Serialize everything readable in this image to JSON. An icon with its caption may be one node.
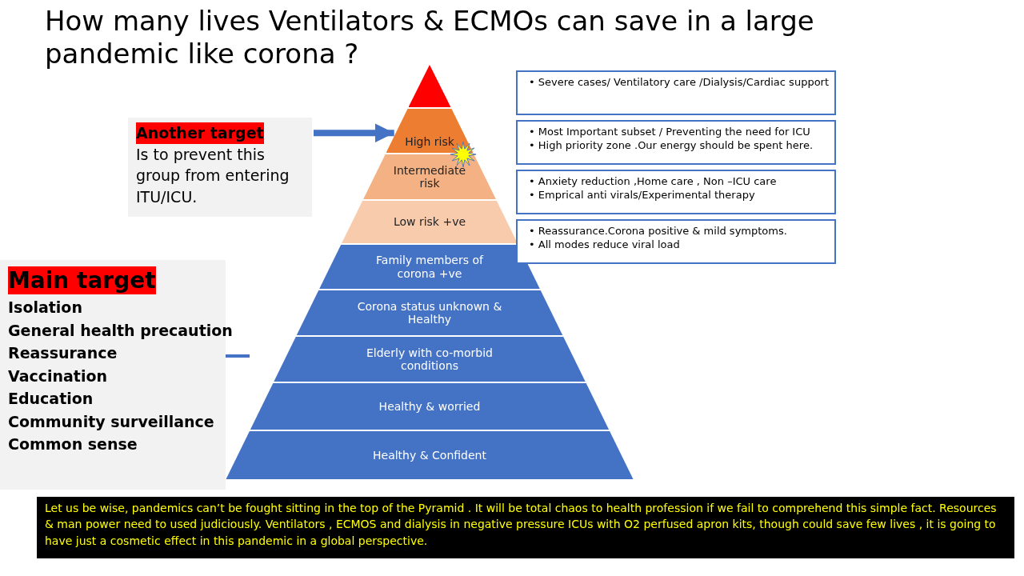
{
  "diagram": {
    "title": "How many lives Ventilators & ECMOs can save in a large pandemic like corona ?",
    "caption": "Let us be wise, pandemics can’t be fought sitting in the top of the Pyramid . It will be total chaos to health profession if we fail to comprehend this simple fact. Resources & man power need to used judiciously. Ventilators , ECMOS and dialysis in negative pressure ICUs with  O2 perfused apron kits, though could save few lives , it is going to have just a cosmetic effect in this pandemic in a global perspective.",
    "nodes": [
      {
        "text": [],
        "shape": "triangle"
      },
      {
        "text": [
          "High risk"
        ]
      },
      {
        "text": [
          "Intermediate risk"
        ]
      },
      {
        "text": [
          "Low risk +ve"
        ]
      },
      {
        "text": [
          "Family members of corona +ve"
        ]
      },
      {
        "text": [
          "Corona status unknown & Healthy"
        ]
      },
      {
        "text": [
          "Elderly with co-morbid conditions"
        ]
      },
      {
        "text": [
          "Healthy & worried"
        ]
      },
      {
        "text": [
          "Healthy & Confident"
        ]
      },
      {
        "text": [
          "• Severe cases/ Ventilatory care /Dialysis/Cardiac support"
        ]
      },
      {
        "text": [
          "• Most  Important subset / Preventing the need for ICU",
          "• High priority zone .Our energy should be spent here."
        ]
      },
      {
        "text": [
          "• Anxiety reduction ,Home care , Non –ICU care",
          "• Emprical anti virals/Experimental therapy"
        ]
      },
      {
        "text": [
          "• Reassurance.Corona positive & mild symptoms.",
          "• All modes reduce viral load"
        ]
      },
      {
        "text": [
          "Another target",
          "Is to prevent this group from entering ITU/ICU."
        ]
      },
      {
        "text": [
          "Main target",
          "Isolation",
          "General health precaution",
          "Reassurance",
          "Vaccination",
          "Education",
          "Community surveillance",
          "Common sense"
        ]
      }
    ],
    "edges": [
      {
        "from": 13,
        "to": 1,
        "arrow": "to"
      }
    ]
  }
}
